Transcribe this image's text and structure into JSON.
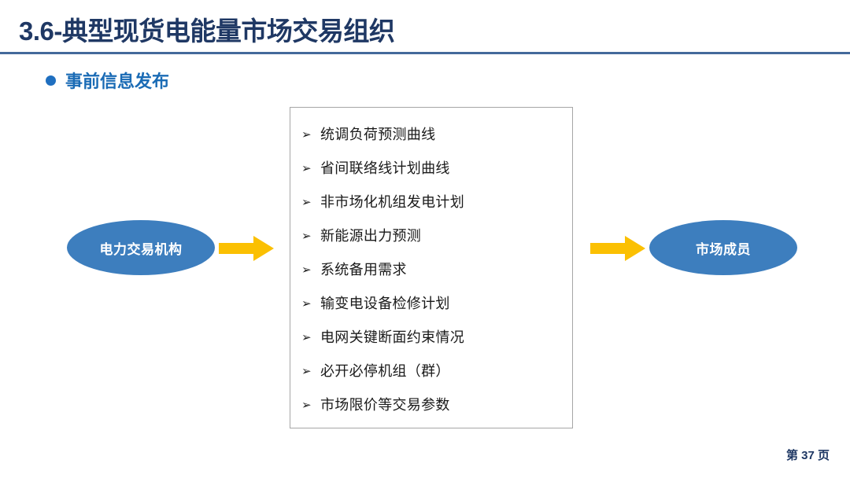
{
  "slide": {
    "title": "3.6-典型现货电能量市场交易组织",
    "rule_color": "#44699B",
    "title_color": "#1F3864",
    "background": "#FFFFFF"
  },
  "heading": {
    "bullet_icon": "bullet-dot-icon",
    "text": "事前信息发布",
    "color": "#1A6BB5",
    "dot_color": "#1F6FC0"
  },
  "diagram": {
    "left_node": {
      "label": "电力交易机构",
      "fill": "#3D7EBE",
      "text_color": "#FFFFFF"
    },
    "right_node": {
      "label": "市场成员",
      "fill": "#3D7EBE",
      "text_color": "#FFFFFF"
    },
    "arrows": {
      "color": "#FBC002",
      "left_name": "arrow-right-icon",
      "right_name": "arrow-right-icon"
    },
    "info_box": {
      "border_color": "#A6A6A6",
      "bullet_glyph": "➢",
      "items": [
        "统调负荷预测曲线",
        "省间联络线计划曲线",
        "非市场化机组发电计划",
        "新能源出力预测",
        "系统备用需求",
        "输变电设备检修计划",
        "电网关键断面约束情况",
        "必开必停机组（群）",
        "市场限价等交易参数"
      ]
    }
  },
  "footer": {
    "page_number": "第 37 页",
    "color": "#1F3864"
  }
}
